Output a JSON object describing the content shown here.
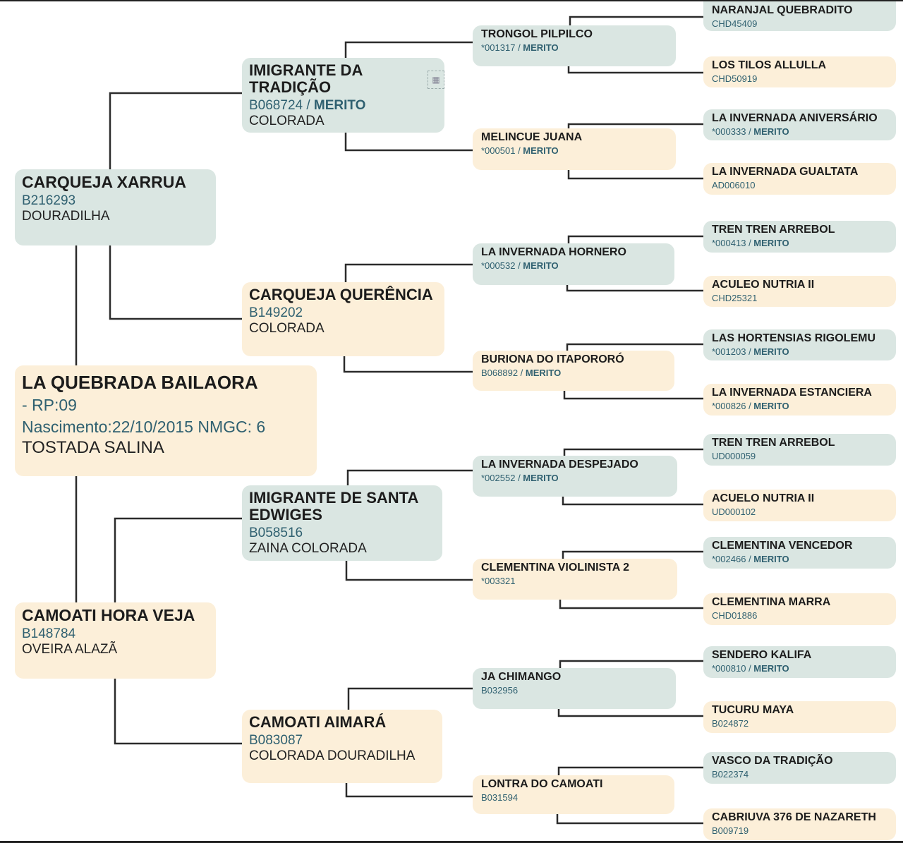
{
  "root": {
    "name": "LA QUEBRADA BAILAORA",
    "rp": " - RP:09",
    "birth": "Nascimento:22/10/2015 NMGC: 6",
    "coat": "TOSTADA SALINA"
  },
  "parents": [
    {
      "name": "CARQUEJA XARRUA",
      "reg": "B216293",
      "coat": "DOURADILHA"
    },
    {
      "name": "CAMOATI HORA VEJA",
      "reg": "B148784",
      "coat": "OVEIRA ALAZÃ"
    }
  ],
  "grandparents": [
    {
      "name": "IMIGRANTE DA TRADIÇÃO",
      "reg": "B068724",
      "merit": "MERITO",
      "coat": "COLORADA"
    },
    {
      "name": "CARQUEJA QUERÊNCIA",
      "reg": "B149202",
      "coat": "COLORADA"
    },
    {
      "name": "IMIGRANTE DE SANTA EDWIGES",
      "reg": "B058516",
      "coat": "ZAINA COLORADA"
    },
    {
      "name": "CAMOATI AIMARÁ",
      "reg": "B083087",
      "coat": "COLORADA DOURADILHA"
    }
  ],
  "great_grandparents": [
    {
      "name": "TRONGOL PILPILCO",
      "reg": "*001317",
      "merit": "MERITO"
    },
    {
      "name": "MELINCUE JUANA",
      "reg": "*000501",
      "merit": "MERITO"
    },
    {
      "name": "LA INVERNADA HORNERO",
      "reg": "*000532",
      "merit": "MERITO"
    },
    {
      "name": "BURIONA DO ITAPORORÓ",
      "reg": "B068892",
      "merit": "MERITO"
    },
    {
      "name": "LA INVERNADA DESPEJADO",
      "reg": "*002552",
      "merit": "MERITO"
    },
    {
      "name": "CLEMENTINA VIOLINISTA 2",
      "reg": "*003321"
    },
    {
      "name": "JA CHIMANGO",
      "reg": "B032956"
    },
    {
      "name": "LONTRA DO CAMOATI",
      "reg": "B031594"
    }
  ],
  "gen4": [
    {
      "name": "NARANJAL QUEBRADITO",
      "reg": "CHD45409"
    },
    {
      "name": "LOS TILOS ALLULLA",
      "reg": "CHD50919"
    },
    {
      "name": "LA INVERNADA ANIVERSÁRIO",
      "reg": "*000333",
      "merit": "MERITO"
    },
    {
      "name": "LA INVERNADA GUALTATA",
      "reg": "AD006010"
    },
    {
      "name": "TREN TREN ARREBOL",
      "reg": "*000413",
      "merit": "MERITO"
    },
    {
      "name": "ACULEO NUTRIA II",
      "reg": "CHD25321"
    },
    {
      "name": "LAS HORTENSIAS RIGOLEMU",
      "reg": "*001203",
      "merit": "MERITO"
    },
    {
      "name": "LA INVERNADA ESTANCIERA",
      "reg": "*000826",
      "merit": "MERITO"
    },
    {
      "name": "TREN TREN ARREBOL",
      "reg": "UD000059"
    },
    {
      "name": "ACUELO NUTRIA II",
      "reg": "UD000102"
    },
    {
      "name": "CLEMENTINA VENCEDOR",
      "reg": "*002466",
      "merit": "MERITO"
    },
    {
      "name": "CLEMENTINA MARRA",
      "reg": "CHD01886"
    },
    {
      "name": "SENDERO KALIFA",
      "reg": "*000810",
      "merit": "MERITO"
    },
    {
      "name": "TUCURU MAYA",
      "reg": "B024872"
    },
    {
      "name": "VASCO DA TRADIÇÃO",
      "reg": "B022374"
    },
    {
      "name": "CABRIUVA 376 DE NAZARETH",
      "reg": "B009719"
    }
  ],
  "colors": {
    "male": "#dae6e2",
    "female": "#fcefd9",
    "line": "#2b2b2b",
    "reg": "#2f6070"
  }
}
